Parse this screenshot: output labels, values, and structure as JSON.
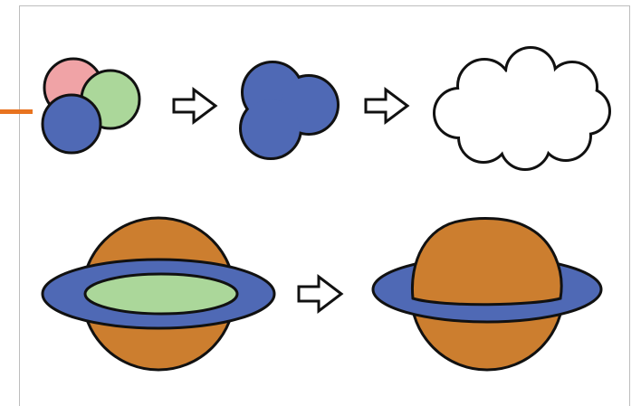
{
  "colors": {
    "accent": "#e8731f",
    "pink": "#f0a3a6",
    "green": "#abd79a",
    "blue": "#4f69b5",
    "orange": "#cc7e2f",
    "outline": "#111111",
    "frame": "#bdbdbd",
    "white": "#ffffff"
  },
  "icons": {
    "arrow": "hollow-right-arrow-icon"
  },
  "steps": {
    "top_row": [
      "overlapping-circles",
      "merged-shape",
      "cloud-outline"
    ],
    "bottom_row": [
      "planet-with-ring-overlap",
      "planet-with-ring-combined"
    ]
  }
}
